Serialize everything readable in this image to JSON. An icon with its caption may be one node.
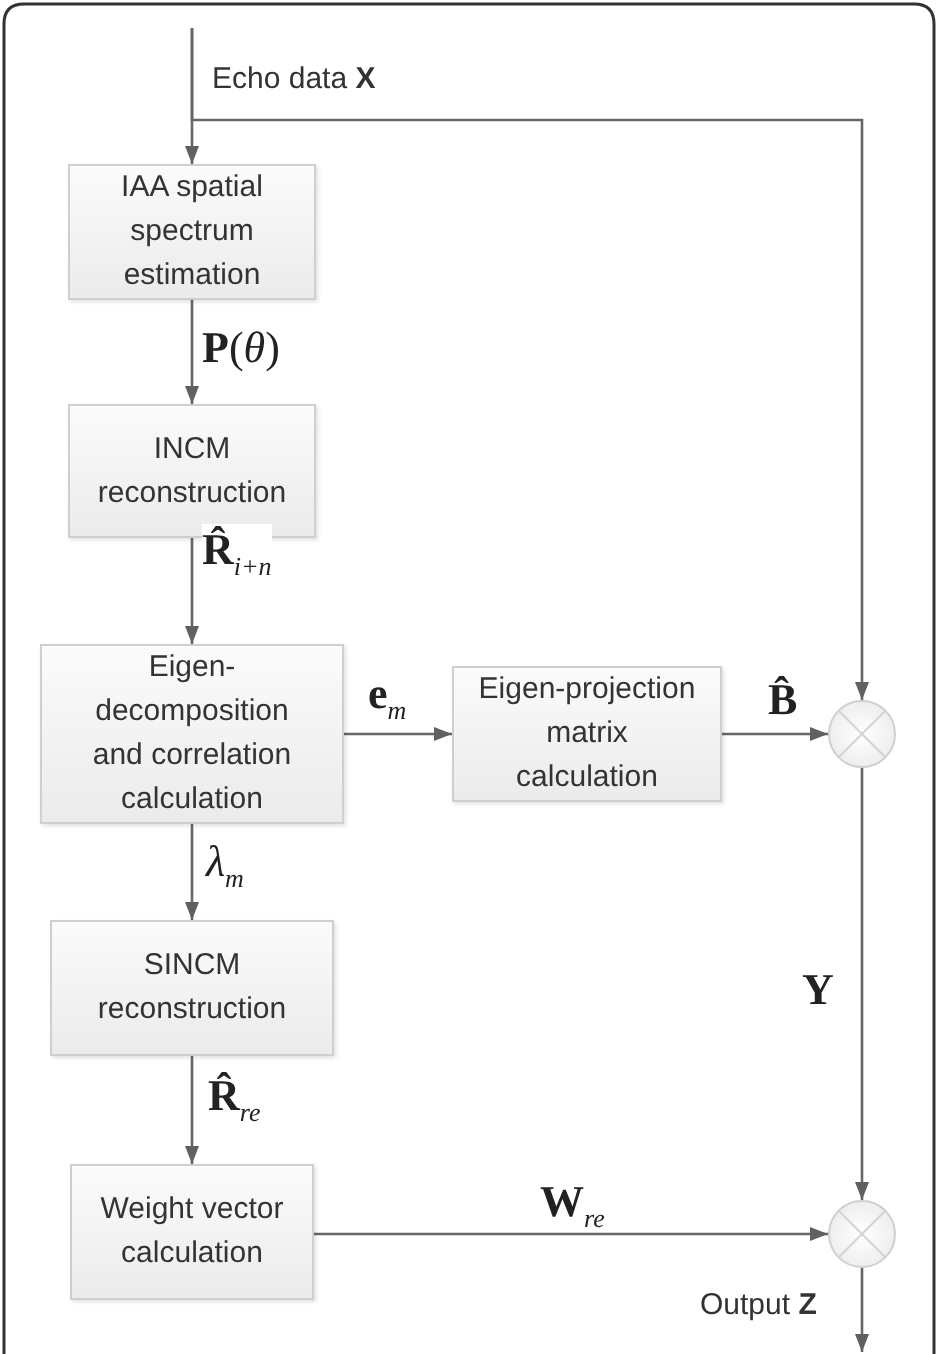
{
  "diagram": {
    "nodes": [
      {
        "text": [
          "IAA spatial spectrum estimation"
        ]
      },
      {
        "text": [
          "INCM reconstruction"
        ]
      },
      {
        "text": [
          "Eigen-decomposition and correlation calculation"
        ]
      },
      {
        "text": [
          "Eigen-projection matrix calculation"
        ]
      },
      {
        "text": [
          "SINCM reconstruction"
        ]
      },
      {
        "text": [
          "Weight vector calculation"
        ]
      },
      {
        "text": [],
        "shape": "circle"
      },
      {
        "text": [],
        "shape": "circle"
      }
    ],
    "edges": [
      {
        "from": null,
        "to": 0,
        "arrow": "to",
        "label": "Echo data **X**"
      },
      {
        "from": null,
        "to": 6,
        "arrow": "to"
      },
      {
        "from": 0,
        "to": 1,
        "arrow": "to",
        "label": "**P**(*θ*)"
      },
      {
        "from": 1,
        "to": 2,
        "arrow": "to",
        "label": "**R̂**$_{i+n}$"
      },
      {
        "from": 2,
        "to": 3,
        "arrow": "to",
        "label": "**e**$_{m}$"
      },
      {
        "from": 3,
        "to": 6,
        "arrow": "to",
        "label": "B̂"
      },
      {
        "from": 2,
        "to": 4,
        "arrow": "to",
        "label": "*λ*$_{m}$"
      },
      {
        "from": 4,
        "to": 5,
        "arrow": "to",
        "label": "**R̂**$_{re}$"
      },
      {
        "from": 5,
        "to": 7,
        "arrow": "to",
        "label": "**W**$_{re}$"
      },
      {
        "from": 6,
        "to": 7,
        "arrow": "to",
        "label": "Y"
      },
      {
        "from": 7,
        "to": null,
        "arrow": "to",
        "label": "Output **Z**"
      }
    ]
  }
}
